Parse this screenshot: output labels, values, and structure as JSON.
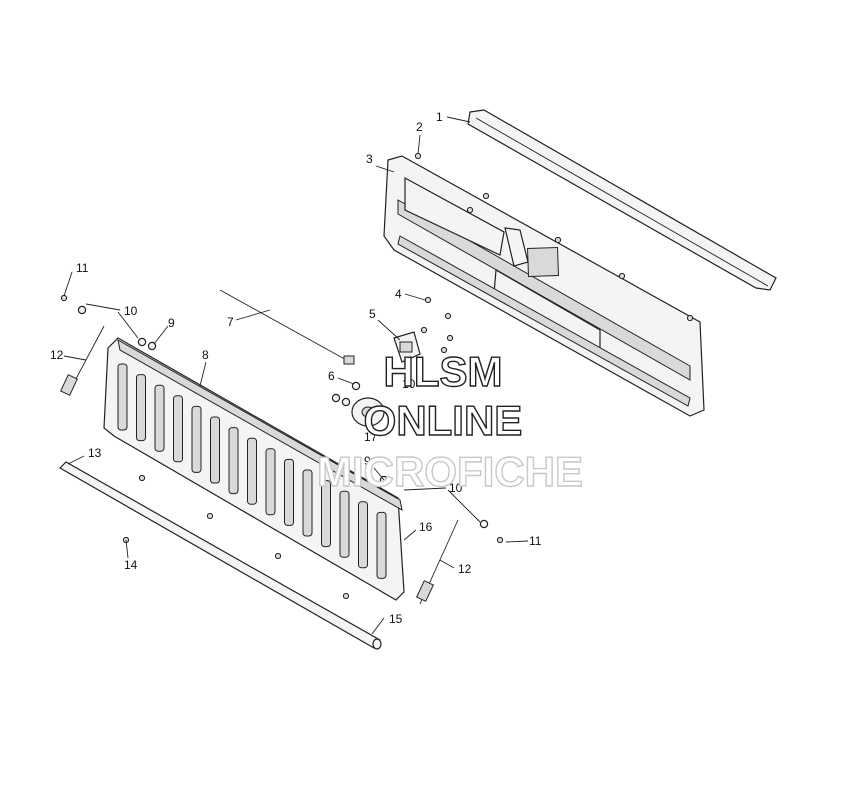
{
  "watermark": {
    "line1": "HLSM",
    "line2": "ONLINE",
    "line3": "MICROFICHE"
  },
  "callouts": {
    "c1": "1",
    "c2": "2",
    "c3": "3",
    "c4": "4",
    "c5": "5",
    "c6": "6",
    "c7": "7",
    "c8": "8",
    "c9a": "9",
    "c9b": "9",
    "c10a": "10",
    "c10b": "10",
    "c10c": "10",
    "c11a": "11",
    "c11b": "11",
    "c12a": "12",
    "c12b": "12",
    "c13": "13",
    "c14": "14",
    "c15": "15",
    "c16": "16",
    "c17": "17"
  }
}
